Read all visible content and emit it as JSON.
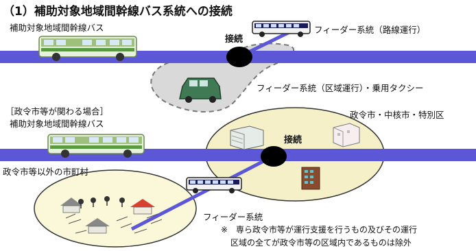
{
  "title": "（1）補助対象地域間幹線バス系統への接続",
  "upper": {
    "trunk_bus_label": "補助対象地域間幹線バス",
    "connection_label": "接続",
    "feeder_route_label": "フィーダー系統（路線運行）",
    "feeder_area_label": "フィーダー系統（区域運行）・乗用タクシー"
  },
  "lower": {
    "case_label": "［政令市等が関わる場合］",
    "trunk_bus_label": "補助対象地域間幹線バス",
    "city_label": "政令市・中核市・特別区",
    "connection_label": "接続",
    "municipality_label": "政令市等以外の市町村",
    "feeder_label": "フィーダー系統"
  },
  "note": {
    "line1": "※　専ら政令市等が運行支援を行うもの及びその運行",
    "line2": "区域の全てが政令市等の区域内であるものは除外"
  },
  "colors": {
    "trunk_line": "#5b57d6",
    "feeder_area": "#d9d9d9",
    "city_area": "#f5f0c8",
    "village_area": "#fbf7d9",
    "node": "#000000"
  }
}
